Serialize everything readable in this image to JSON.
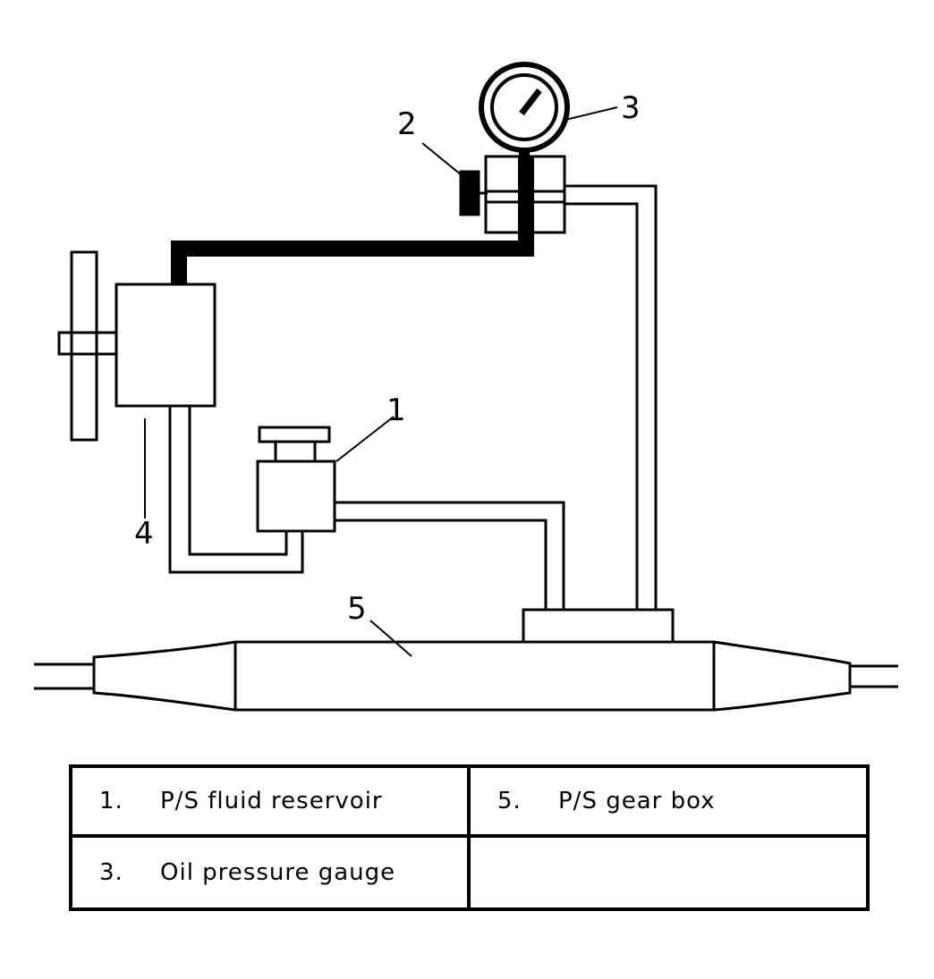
{
  "callouts": [
    "1",
    "2",
    "3",
    "4",
    "5"
  ],
  "legend": {
    "rows": [
      [
        {
          "num": "1.",
          "label": "P/S fluid reservoir"
        },
        {
          "num": "5.",
          "label": "P/S gear box"
        }
      ],
      [
        {
          "num": "3.",
          "label": "Oil pressure gauge"
        },
        {
          "num": "",
          "label": ""
        }
      ]
    ]
  }
}
